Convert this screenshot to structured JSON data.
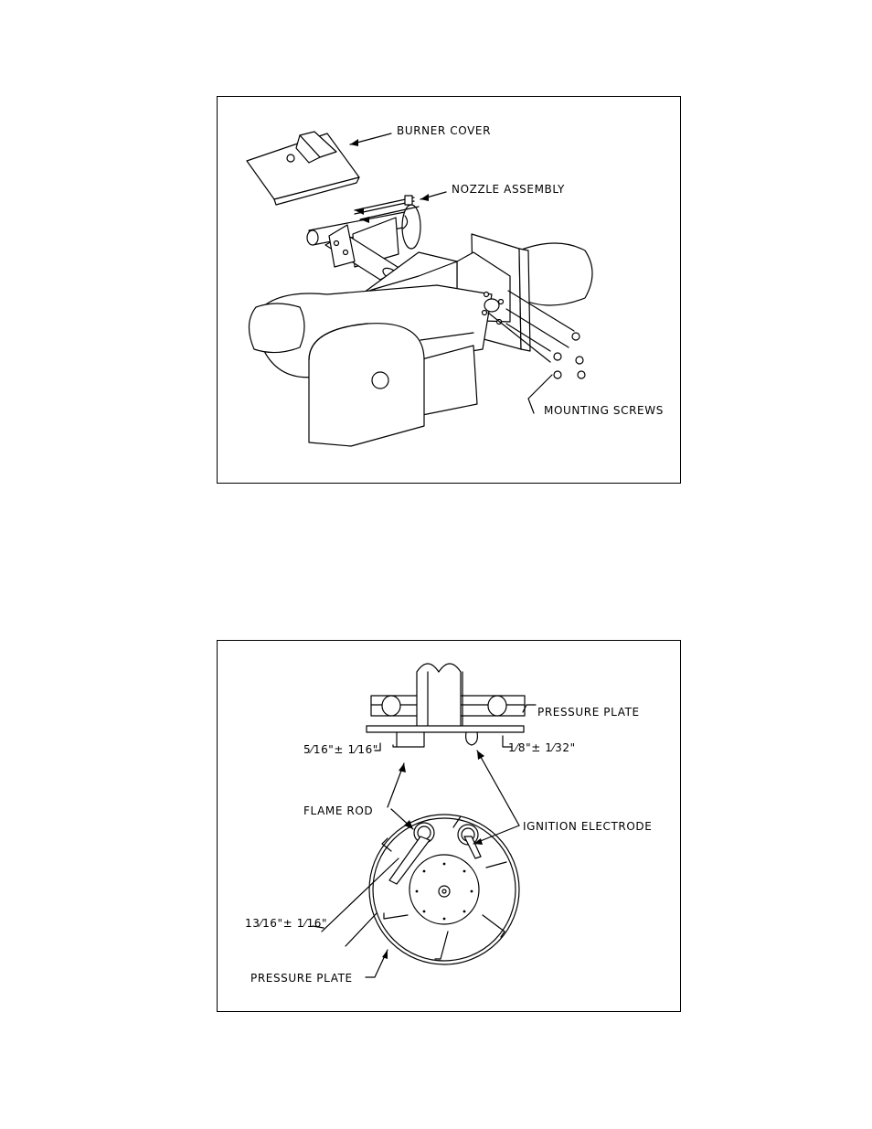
{
  "figure1": {
    "labels": {
      "burner_cover": "BURNER COVER",
      "nozzle_assembly": "NOZZLE ASSEMBLY",
      "mounting_screws": "MOUNTING SCREWS"
    }
  },
  "figure2": {
    "labels": {
      "pressure_plate_top": "PRESSURE PLATE",
      "flame_rod": "FLAME ROD",
      "ignition_electrode": "IGNITION ELECTRODE",
      "pressure_plate_bottom": "PRESSURE PLATE"
    },
    "dimensions": {
      "flame_rod_gap": "5⁄16\"± 1⁄16\"",
      "electrode_gap": "1⁄8\"± 1⁄32\"",
      "rod_to_plate": "13⁄16\"± 1⁄16\""
    }
  }
}
